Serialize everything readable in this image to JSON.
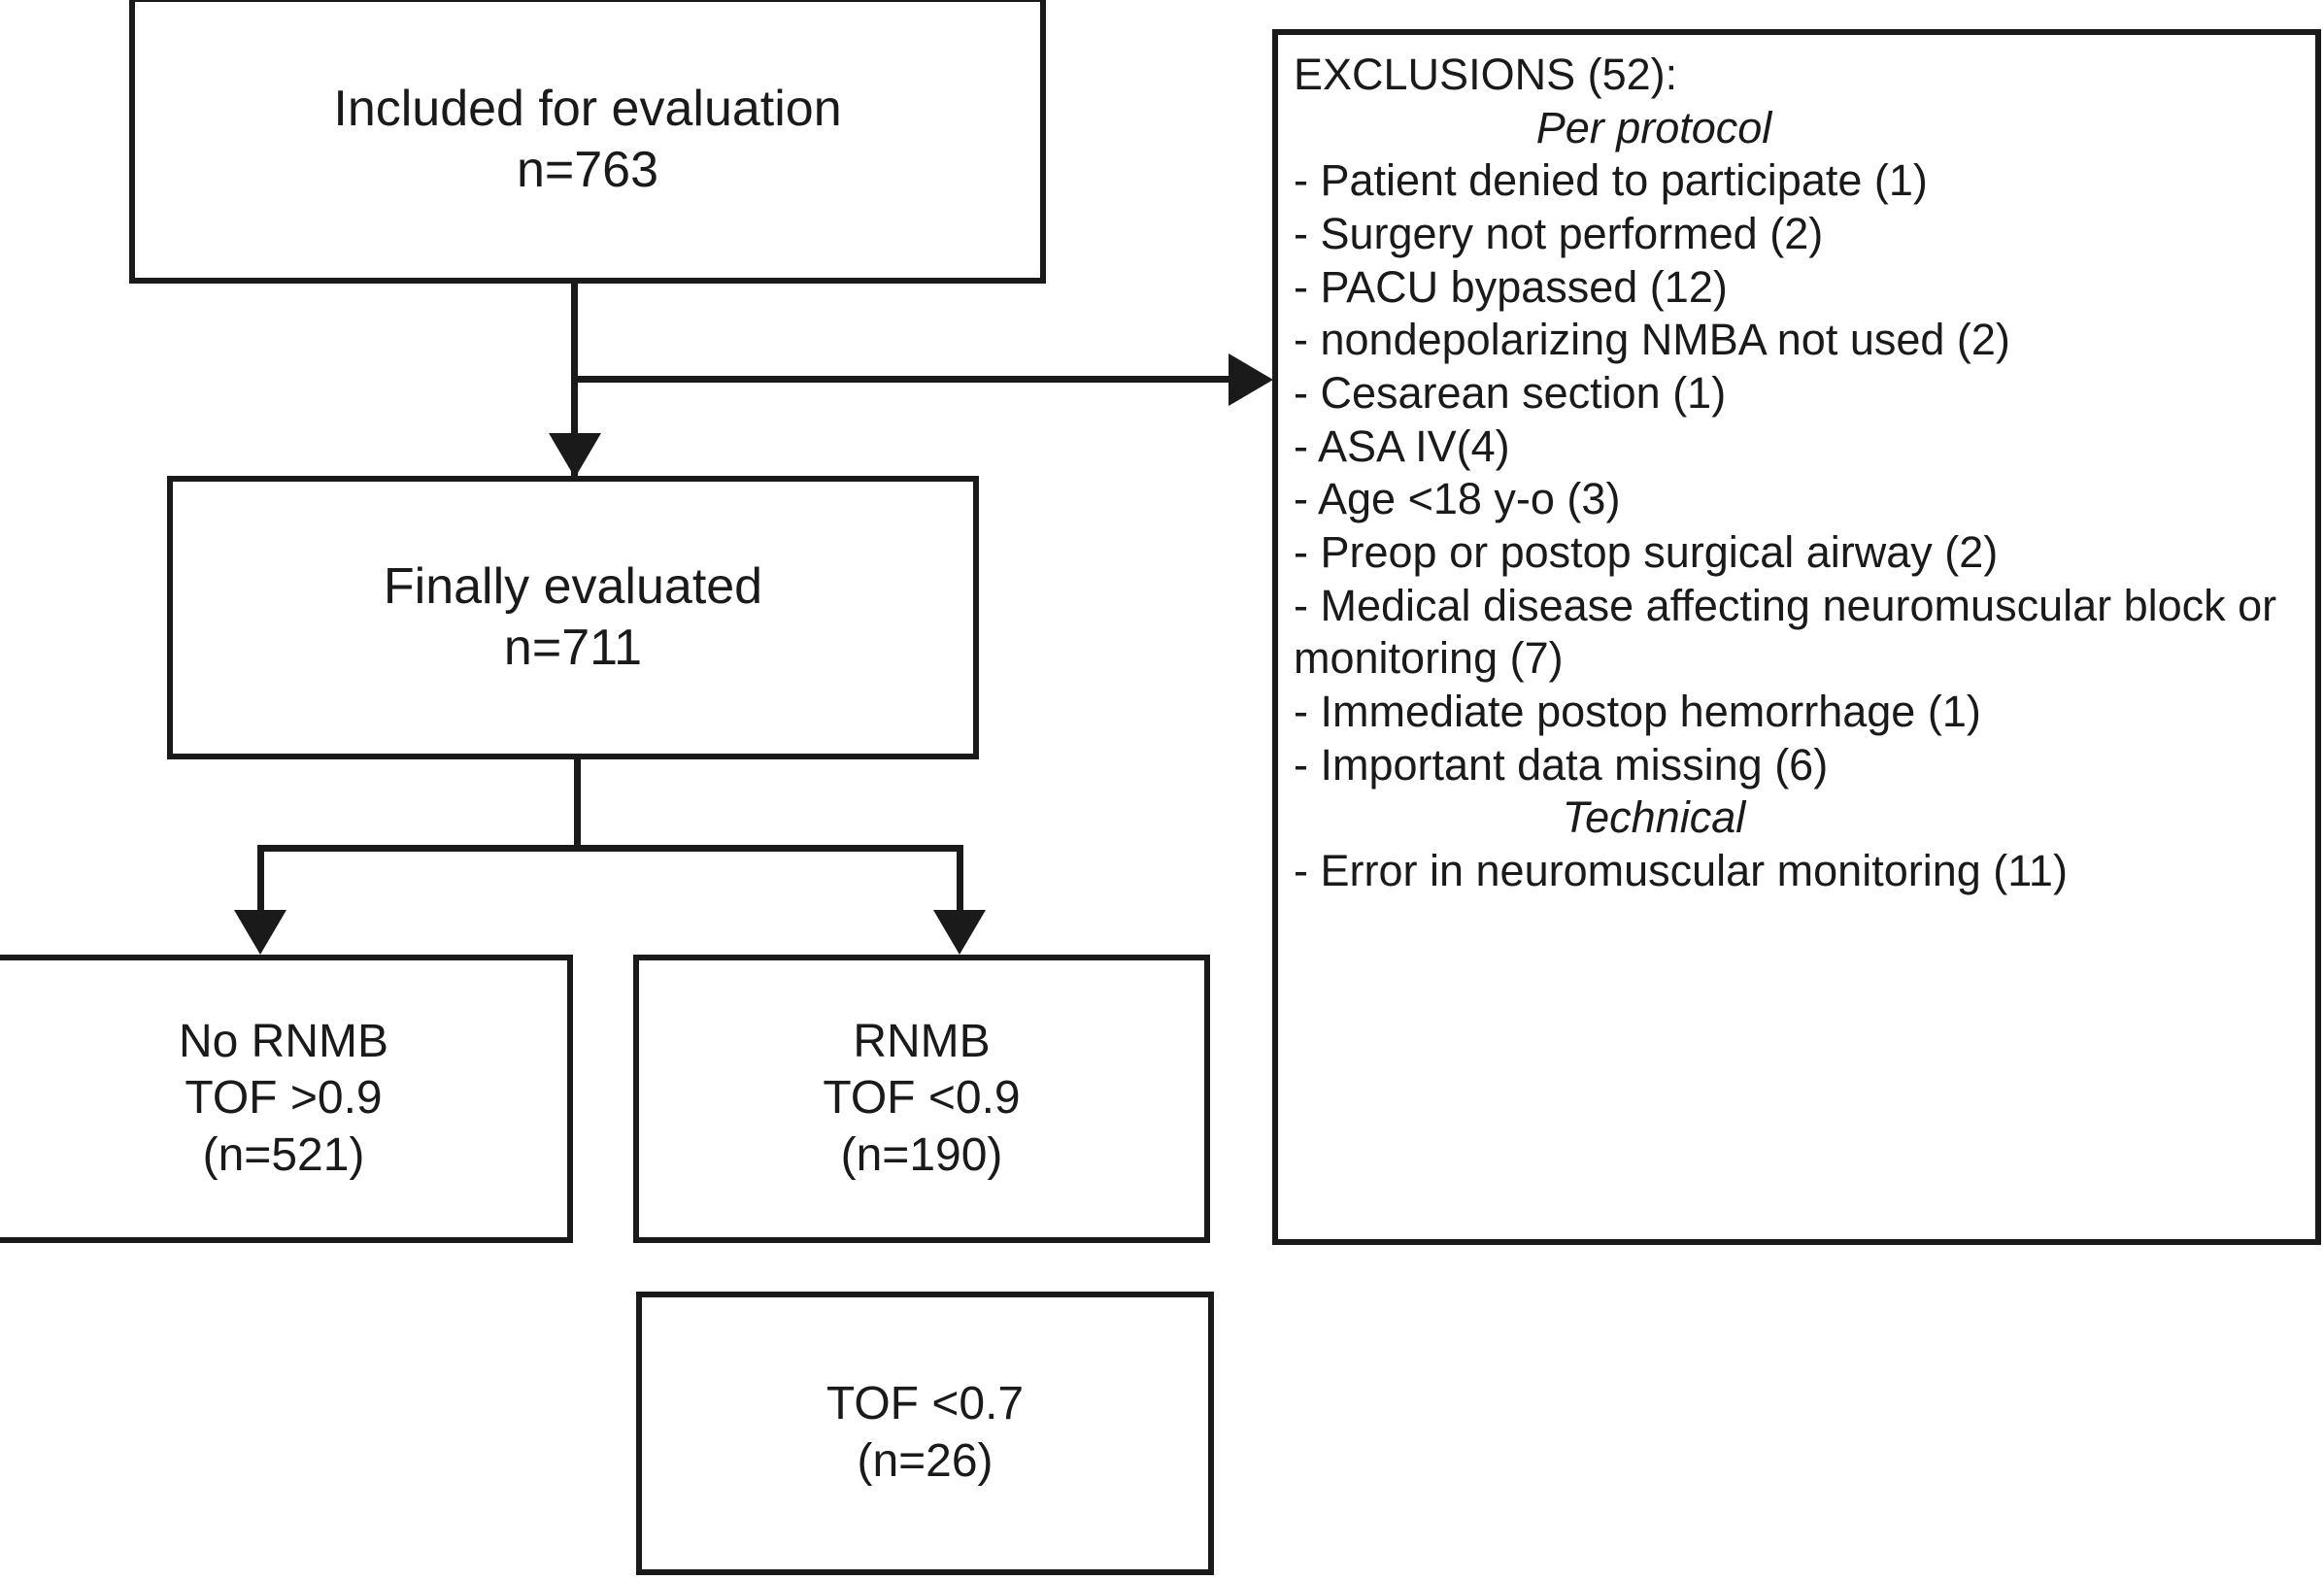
{
  "diagram": {
    "type": "study-flow-chart",
    "nodes": {
      "included": {
        "line1": "Included for evaluation",
        "line2": "n=763"
      },
      "finally_evaluated": {
        "line1": "Finally evaluated",
        "line2": "n=711"
      },
      "no_rnmb": {
        "line1": "No RNMB",
        "line2": "TOF >0.9",
        "line3": "(n=521)"
      },
      "rnmb": {
        "line1": "RNMB",
        "line2": "TOF <0.9",
        "line3": "(n=190)"
      },
      "tof_07": {
        "line1": "TOF <0.7",
        "line2": "(n=26)"
      }
    },
    "exclusions": {
      "title": "EXCLUSIONS (52):",
      "subheading_1": "Per protocol",
      "items_per_protocol": [
        "- Patient denied to participate (1)",
        "- Surgery not performed (2)",
        "- PACU bypassed (12)",
        "- nondepolarizing NMBA not used (2)",
        "- Cesarean section (1)",
        "- ASA IV(4)",
        "- Age <18 y-o (3)",
        "- Preop or postop surgical airway (2)",
        "- Medical disease affecting neuromuscular block or monitoring (7)",
        "- Immediate postop hemorrhage (1)",
        "- Important data missing (6)"
      ],
      "subheading_2": "Technical",
      "items_technical": [
        "- Error in neuromuscular monitoring (11)"
      ]
    },
    "colors": {
      "stroke": "#1a1a1a",
      "background": "#ffffff"
    }
  }
}
